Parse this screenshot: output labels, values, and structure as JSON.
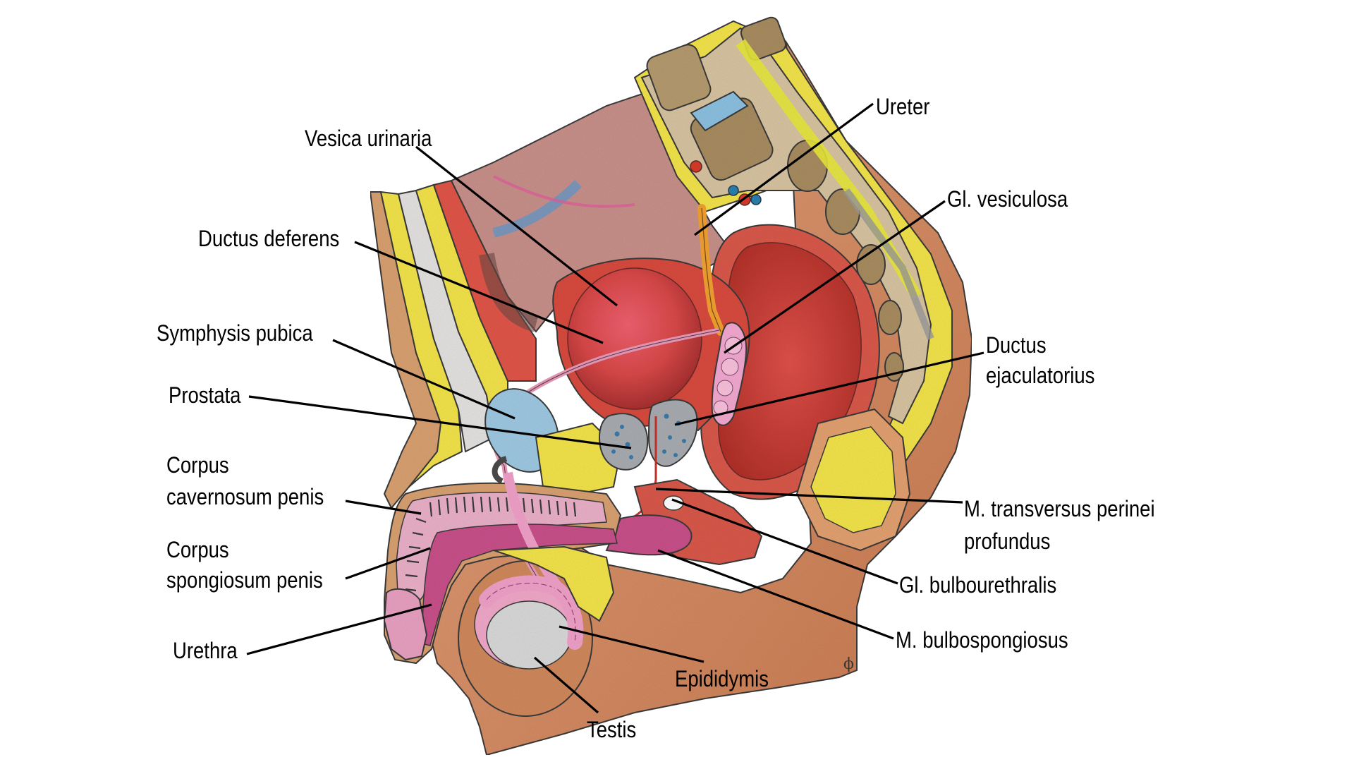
{
  "figure": {
    "subject": "Median section of the male pelvis",
    "style": "hand-drawn colored-pencil anatomical illustration",
    "signature_glyph": "ϕ"
  },
  "labels": [
    {
      "id": "vesica-urinaria",
      "lines": [
        "Vesica urinaria"
      ],
      "points_to": "urinary bladder"
    },
    {
      "id": "ductus-deferens",
      "lines": [
        "Ductus deferens"
      ],
      "points_to": "ductus deferens"
    },
    {
      "id": "symphysis-pubica",
      "lines": [
        "Symphysis pubica"
      ],
      "points_to": "pubic symphysis"
    },
    {
      "id": "prostata",
      "lines": [
        "Prostata"
      ],
      "points_to": "prostate"
    },
    {
      "id": "corpus-cavernosum-penis",
      "lines": [
        "Corpus",
        "cavernosum penis"
      ],
      "points_to": "corpus cavernosum"
    },
    {
      "id": "corpus-spongiosum-penis",
      "lines": [
        "Corpus",
        "spongiosum penis"
      ],
      "points_to": "corpus spongiosum"
    },
    {
      "id": "urethra",
      "lines": [
        "Urethra"
      ],
      "points_to": "urethra"
    },
    {
      "id": "ureter",
      "lines": [
        "Ureter"
      ],
      "points_to": "ureter"
    },
    {
      "id": "gl-vesiculosa",
      "lines": [
        "Gl. vesiculosa"
      ],
      "points_to": "seminal vesicle"
    },
    {
      "id": "ductus-ejaculatorius",
      "lines": [
        "Ductus",
        "ejaculatorius"
      ],
      "points_to": "ejaculatory duct"
    },
    {
      "id": "m-transversus-perinei-profundus",
      "lines": [
        "M. transversus perinei",
        "profundus"
      ],
      "points_to": "deep transverse perineal muscle"
    },
    {
      "id": "gl-bulbourethralis",
      "lines": [
        "Gl. bulbourethralis"
      ],
      "points_to": "bulbourethral gland"
    },
    {
      "id": "m-bulbospongiosus",
      "lines": [
        "M. bulbospongiosus"
      ],
      "points_to": "bulbospongiosus muscle"
    },
    {
      "id": "epididymis",
      "lines": [
        "Epididymis"
      ],
      "points_to": "epididymis"
    },
    {
      "id": "testis",
      "lines": [
        "Testis"
      ],
      "points_to": "testis"
    }
  ],
  "colors": {
    "skin": "#d89670",
    "skin_dark": "#b8683e",
    "fat_yellow": "#f2e34a",
    "bone": "#d7c3a0",
    "bone_marrow": "#8c7040",
    "disc_blue": "#8cc0e0",
    "muscle_red": "#d8483a",
    "muscle_dark": "#b8302a",
    "peritoneum_pink": "#c8888a",
    "erectile_pink": "#e8a6c8",
    "spongiosum_magenta": "#c8508a",
    "prostate_gray": "#a8acb0",
    "testis_gray": "#d8d8d8",
    "ureter_orange": "#f0a030",
    "symphysis_blue": "#9ec8e2",
    "vesicle_pink": "#f2a8d0",
    "leader": "#000000"
  }
}
